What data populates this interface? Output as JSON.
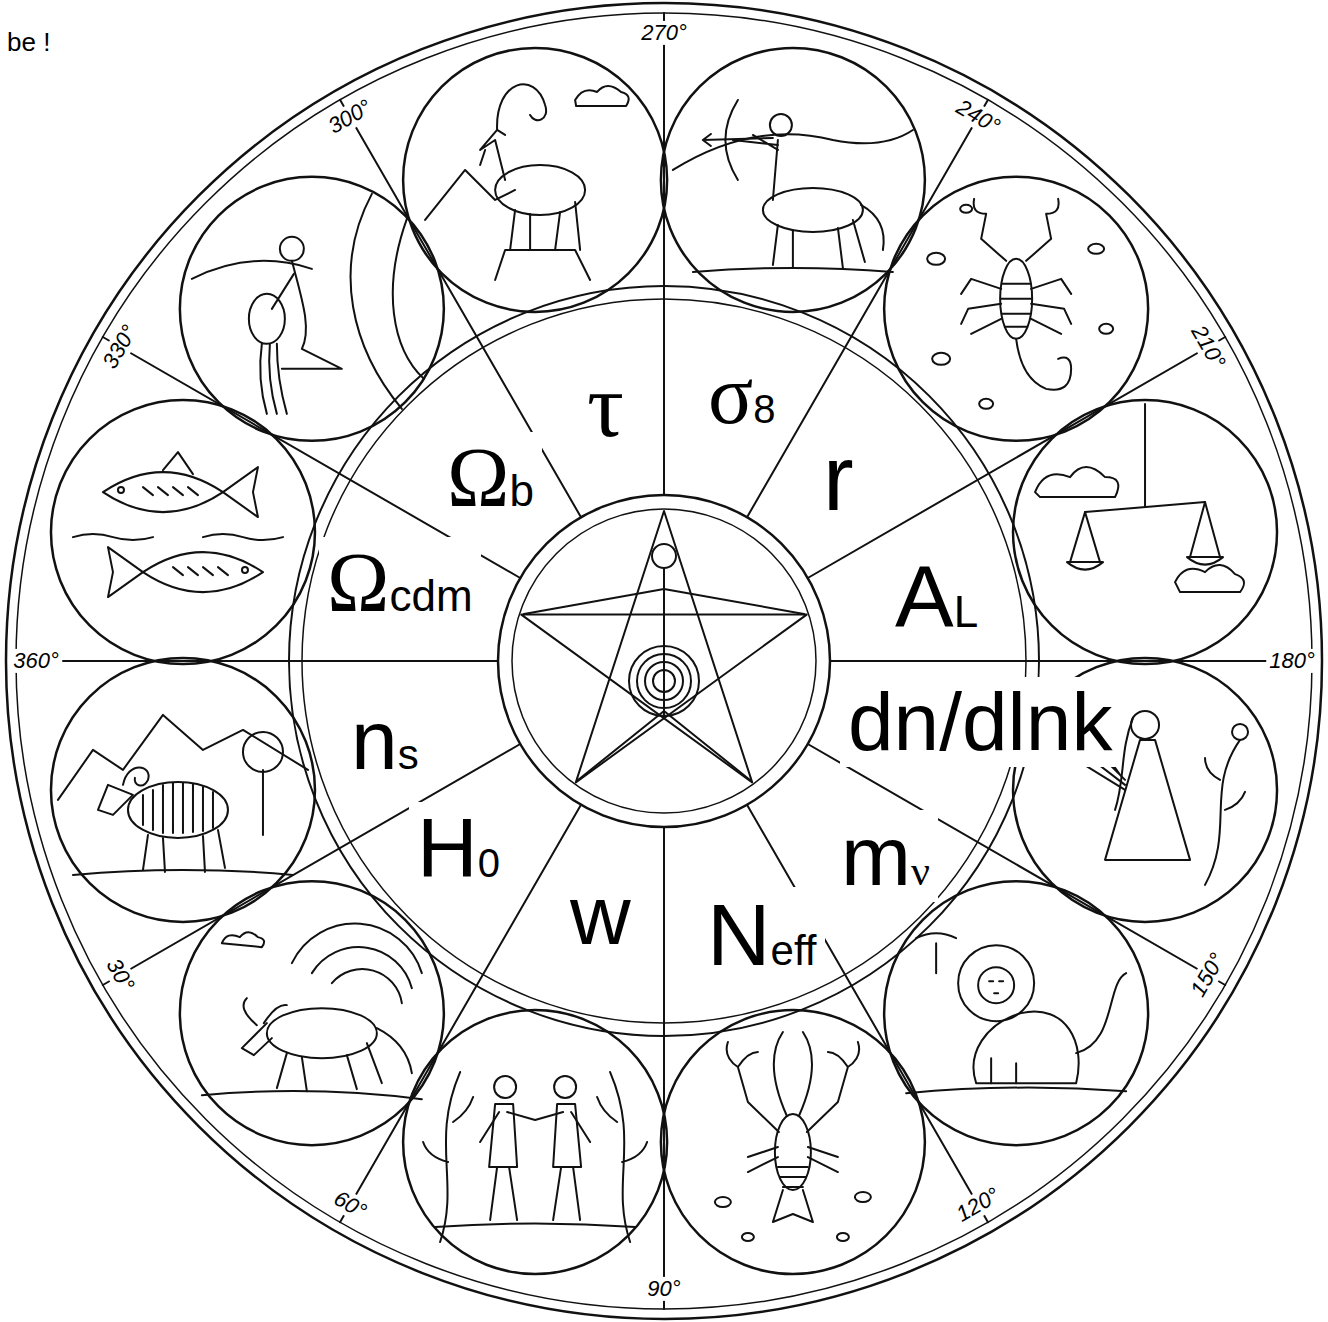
{
  "diagram": {
    "nodes": [
      {
        "text": [
          "τ"
        ]
      },
      {
        "text": [
          "σ",
          "8"
        ]
      },
      {
        "text": [
          "Ω",
          "b"
        ]
      },
      {
        "text": [
          "r"
        ]
      },
      {
        "text": [
          "Ω",
          "cdm"
        ]
      },
      {
        "text": [
          "A",
          "L"
        ]
      },
      {
        "text": [
          "dn/dlnk"
        ]
      },
      {
        "text": [
          "n",
          "s"
        ]
      },
      {
        "text": [
          "m",
          "ν"
        ]
      },
      {
        "text": [
          "H",
          "0"
        ]
      },
      {
        "text": [
          "w"
        ]
      },
      {
        "text": [
          "N",
          "eff"
        ]
      }
    ],
    "labels": [
      "be !",
      "270°",
      "240°",
      "210°",
      "180°",
      "150°",
      "120°",
      "90°",
      "60°",
      "30°",
      "360°",
      "330°",
      "300°"
    ]
  }
}
